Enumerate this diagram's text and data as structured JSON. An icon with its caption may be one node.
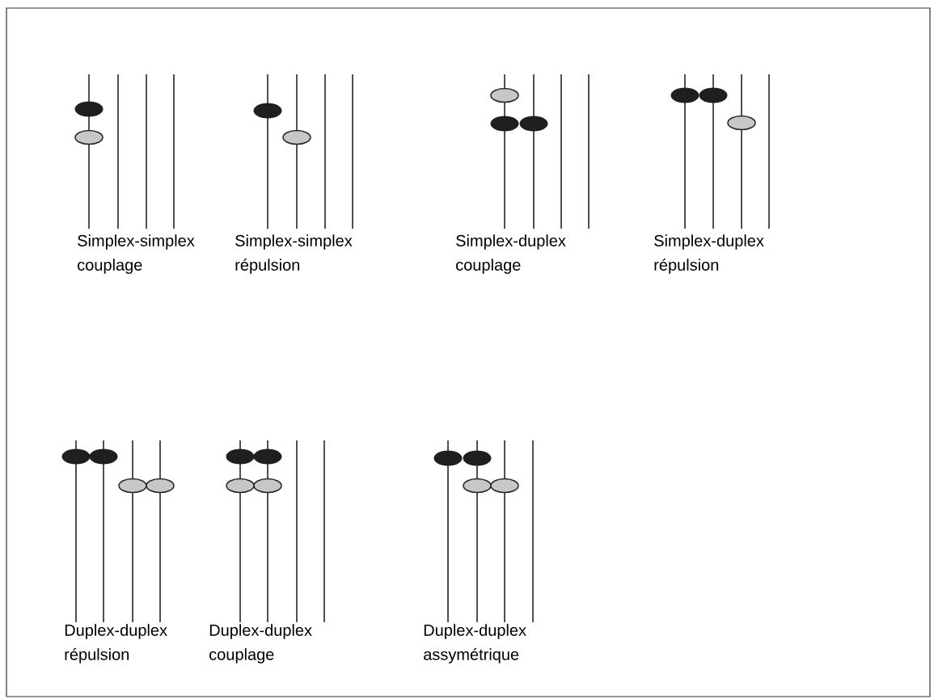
{
  "diagram": {
    "labels": [
      "Simplex-simplex couplage",
      "Simplex-simplex répulsion",
      "Simplex-duplex couplage",
      "Simplex-duplex répulsion",
      "Duplex-duplex répulsion",
      "Duplex-duplex couplage",
      "Duplex-duplex assymétrique"
    ]
  }
}
